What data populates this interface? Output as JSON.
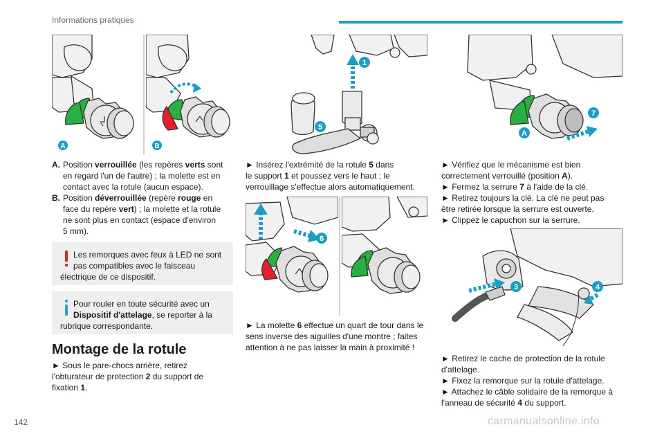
{
  "header": {
    "section": "Informations pratiques"
  },
  "page_number": "142",
  "watermark": "carmanualsonline.info",
  "colors": {
    "accent": "#1a9fc2",
    "marker": "#1a9fc2",
    "green": "#28b043",
    "red": "#e5202b",
    "note_bg": "#efefef",
    "warn": "#e5202b",
    "info": "#2aa3cf"
  },
  "figures": {
    "fig_a": {
      "label": "A"
    },
    "fig_b": {
      "label": "B"
    },
    "fig_top_mid": {
      "markers": [
        "1",
        "5"
      ]
    },
    "fig_top_right": {
      "markers": [
        "7",
        "A"
      ]
    },
    "fig_mid_left": {
      "markers": [
        "6"
      ]
    },
    "fig_right_mid": {
      "markers": [
        "3",
        "4"
      ]
    }
  },
  "legend": [
    {
      "letter": "A.",
      "p1": "Position ",
      "b1": "verrouillée",
      "p2": " (les repères ",
      "b2": "verts",
      "p3": " sont",
      "l2": "en regard l'un de l'autre) ; la molette est en",
      "l3": "contact avec la rotule (aucun espace)."
    },
    {
      "letter": "B.",
      "p1": "Position ",
      "b1": "déverrouillée",
      "p2": " (repère ",
      "b2": "rouge",
      "p3": " en",
      "l2a": "face du repère ",
      "l2b": "vert",
      "l2c": ") ; la molette et la rotule",
      "l3": "ne sont plus en contact (espace d'environ",
      "l4": "5 mm)."
    }
  ],
  "notes": {
    "warning": {
      "l1": "Les remorques avec feux à LED ne sont",
      "l2": "pas compatibles avec le faisceau",
      "l3": "électrique de ce dispositif."
    },
    "info": {
      "l1": "Pour rouler en toute sécurité avec un",
      "l2b": "Dispositif d'attelage",
      "l2": ", se reporter à la",
      "l3": "rubrique correspondante."
    }
  },
  "section_title": "Montage de la rotule",
  "left_steps": {
    "l1": "► Sous le pare-chocs arrière, retirez",
    "l2a": "l'obturateur de protection ",
    "l2b": "2",
    "l2c": " du support de",
    "l3a": "fixation ",
    "l3b": "1",
    "l3c": "."
  },
  "mid_steps_1": {
    "l1a": "► Insérez l'extrémité de la rotule ",
    "l1b": "5",
    "l1c": " dans",
    "l2a": "le support ",
    "l2b": "1",
    "l2c": " et poussez vers le haut ; le",
    "l3": "verrouillage s'effectue alors automatiquement."
  },
  "mid_steps_2": {
    "l1a": "► La molette ",
    "l1b": "6",
    "l1c": " effectue un quart de tour dans le",
    "l2": "sens inverse des aiguilles d'une montre ; faites",
    "l3": "attention à ne pas laisser la main à proximité !"
  },
  "right_steps_1": {
    "l1": "► Vérifiez que le mécanisme est bien",
    "l2a": "correctement verrouillé (position ",
    "l2b": "A",
    "l2c": ").",
    "l3a": "► Fermez la serrure ",
    "l3b": "7",
    "l3c": " à l'aide de la clé.",
    "l4": "► Retirez toujours la clé. La clé ne peut pas",
    "l5": "être retirée lorsque la serrure est ouverte.",
    "l6": "► Clippez le capuchon sur la serrure."
  },
  "right_steps_2": {
    "l1": "► Retirez le cache de protection de la rotule",
    "l2": "d'attelage.",
    "l3": "► Fixez la remorque sur la rotule d'attelage.",
    "l4": "► Attachez le câble solidaire de la remorque à",
    "l5a": "l'anneau de sécurité ",
    "l5b": "4",
    "l5c": " du support."
  }
}
